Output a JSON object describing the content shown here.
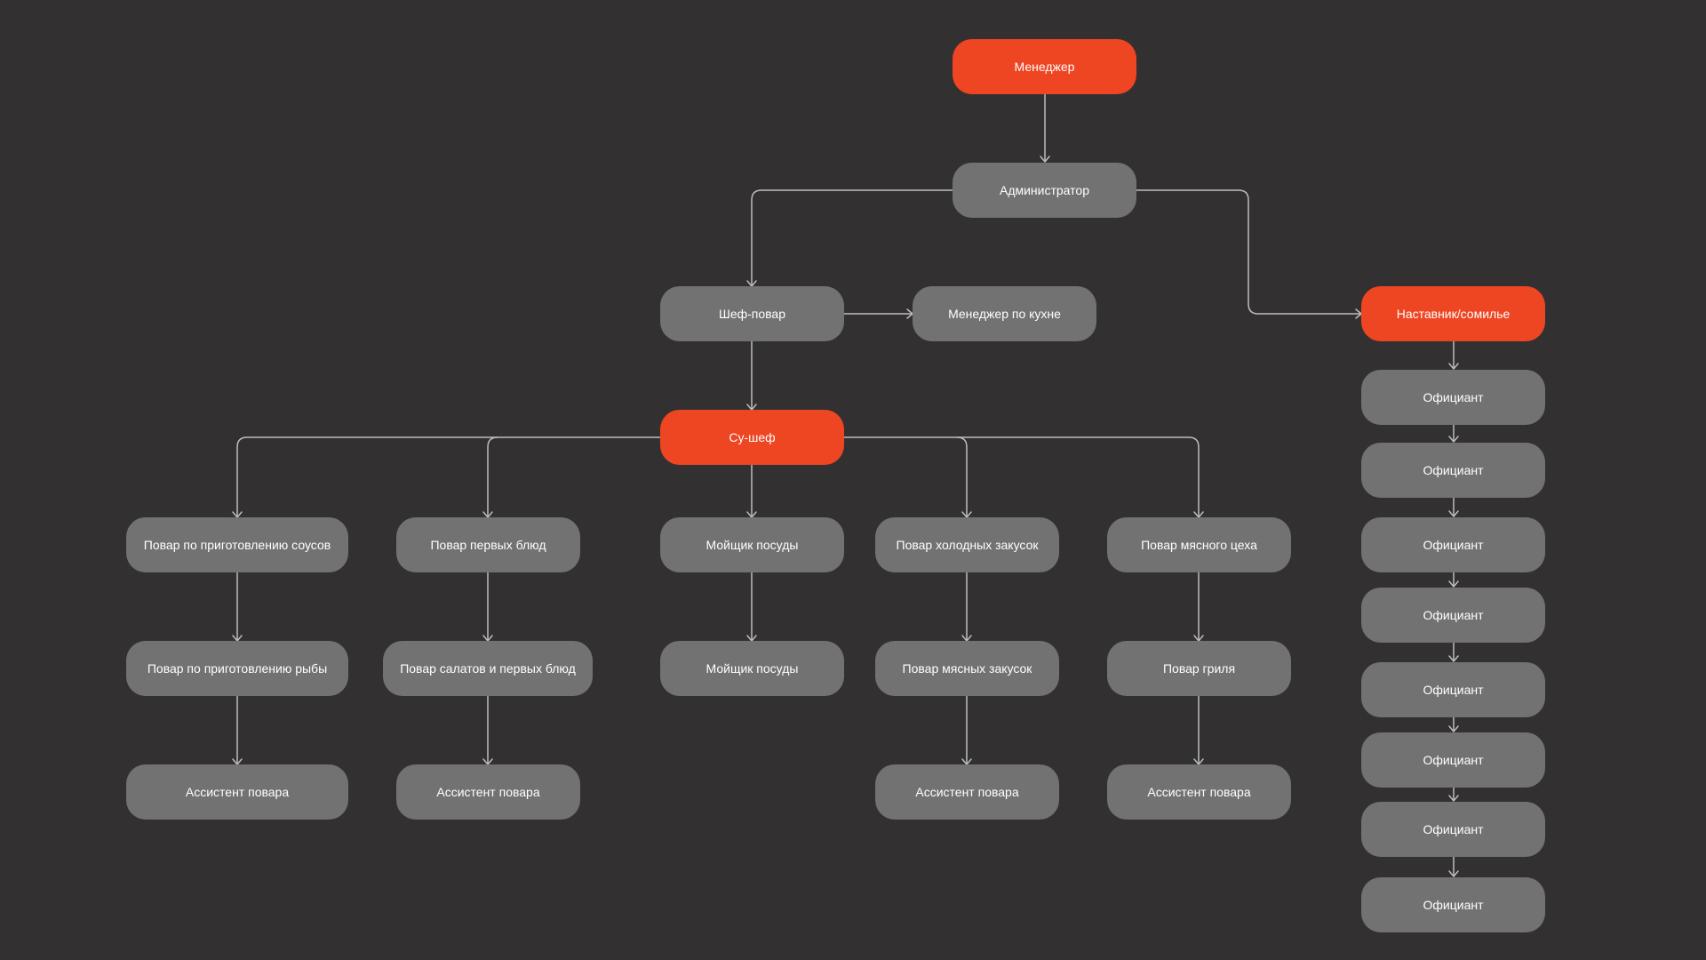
{
  "colors": {
    "background": "#323031",
    "node": "#727272",
    "accent": "#ee4522",
    "line": "#bdbdbd",
    "text": "#ffffff"
  },
  "nodes": {
    "manager": "Менеджер",
    "administrator": "Администратор",
    "chef": "Шеф-повар",
    "kitchen_manager": "Менеджер по кухне",
    "mentor_sommelier": "Наставник/сомилье",
    "sous_chef": "Су-шеф",
    "sauce_cook": "Повар по приготовлению соусов",
    "fish_cook": "Повар по приготовлению рыбы",
    "sauce_assistant": "Ассистент повара",
    "first_course_cook": "Повар первых блюд",
    "salad_cook": "Повар салатов и первых блюд",
    "first_course_assistant": "Ассистент повара",
    "dishwasher_1": "Мойщик посуды",
    "dishwasher_2": "Мойщик посуды",
    "cold_snacks_cook": "Повар холодных закусок",
    "meat_snacks_cook": "Повар мясных закусок",
    "cold_snacks_assistant": "Ассистент повара",
    "meat_shop_cook": "Повар мясного цеха",
    "grill_cook": "Повар гриля",
    "meat_shop_assistant": "Ассистент повара",
    "waiters": [
      "Официант",
      "Официант",
      "Официант",
      "Официант",
      "Официант",
      "Официант",
      "Официант",
      "Официант"
    ]
  }
}
